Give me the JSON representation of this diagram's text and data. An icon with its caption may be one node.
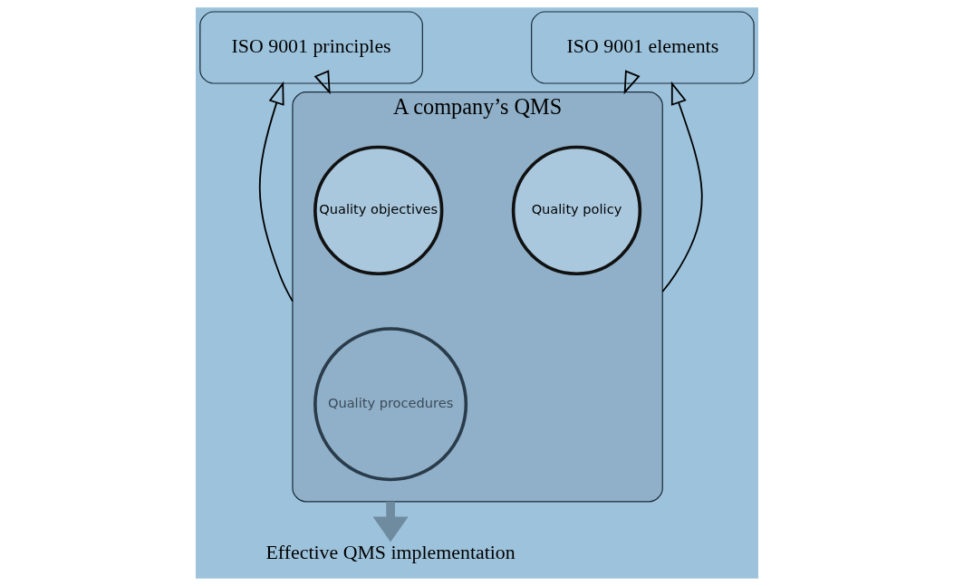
{
  "diagram": {
    "nodes": [
      {
        "text": [
          "A company’s QMS"
        ]
      },
      {
        "text": [
          "Quality objectives"
        ],
        "in": 0
      },
      {
        "text": [
          "Quality policy"
        ],
        "in": 0
      },
      {
        "text": [
          "Quality procedures"
        ],
        "in": 0
      },
      {
        "text": [
          "ISO 9001 principles"
        ]
      },
      {
        "text": [
          "ISO 9001 elements"
        ]
      },
      {
        "text": [
          "Effective QMS implementation"
        ]
      }
    ],
    "edges": [
      {
        "from": 4,
        "to": 0,
        "arrow": "to"
      },
      {
        "from": 5,
        "to": 0,
        "arrow": "to"
      },
      {
        "from": 0,
        "to": 4,
        "arrow": "to"
      },
      {
        "from": 0,
        "to": 5,
        "arrow": "to"
      },
      {
        "from": 0,
        "to": 6,
        "arrow": "to",
        "style": "thick",
        "color": "#6f8ba0"
      }
    ]
  }
}
